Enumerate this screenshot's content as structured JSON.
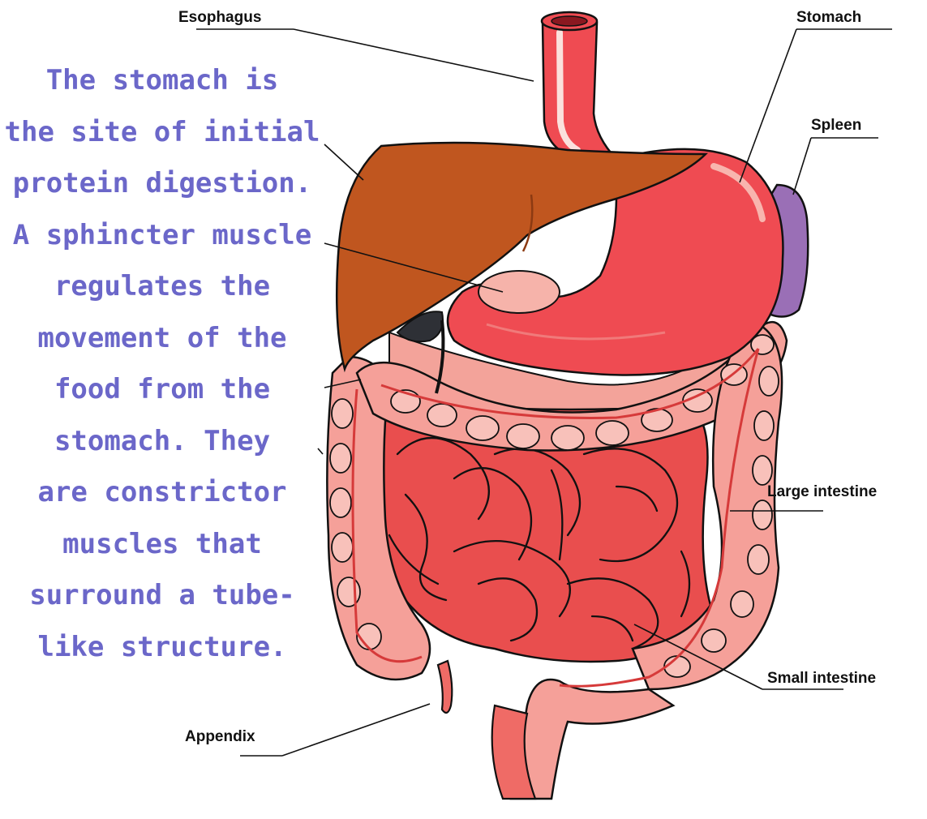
{
  "labels": {
    "esophagus": "Esophagus",
    "stomach": "Stomach",
    "spleen": "Spleen",
    "large_intestine": "Large intestine",
    "small_intestine": "Small intestine",
    "appendix": "Appendix"
  },
  "caption": {
    "lines": [
      "The stomach is",
      "the site of initial",
      "protein digestion.",
      "A sphincter muscle",
      "regulates the",
      "movement of the",
      "food from the",
      "stomach.  They",
      "are constrictor",
      "muscles that",
      "surround a tube-",
      "like structure."
    ],
    "color": "#6b67c9"
  },
  "colors": {
    "liver": "#c0561f",
    "stomach": "#ef4b52",
    "intestine": "#e94e4e",
    "colon_pink": "#f5a099",
    "spleen": "#9a6fb6",
    "outline": "#111111"
  }
}
